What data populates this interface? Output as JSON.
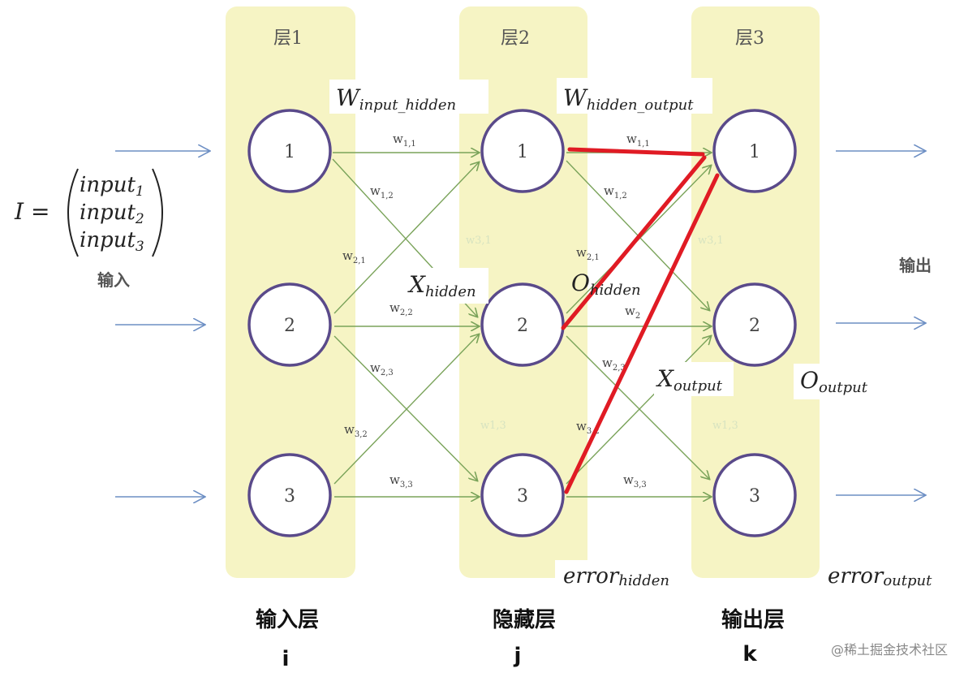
{
  "layers": [
    {
      "title": "层1",
      "name": "输入层",
      "index": "i"
    },
    {
      "title": "层2",
      "name": "隐藏层",
      "index": "j"
    },
    {
      "title": "层3",
      "name": "输出层",
      "index": "k"
    }
  ],
  "node_labels": [
    "1",
    "2",
    "3"
  ],
  "input_vector": {
    "lhs": "I =",
    "entries": [
      {
        "base": "input",
        "sub": "1"
      },
      {
        "base": "input",
        "sub": "2"
      },
      {
        "base": "input",
        "sub": "3"
      }
    ],
    "caption": "输入"
  },
  "output_caption": "输出",
  "weight_symbol": "w",
  "weights_input_hidden": [
    "1,1",
    "1,2",
    "2,1",
    "2,2",
    "2,3",
    "3,2",
    "3,3"
  ],
  "weights_hidden_output": [
    "1,1",
    "1,2",
    "2,1",
    "2",
    "2,3",
    "3,2",
    "3,3"
  ],
  "faint_weights": [
    "w3,1",
    "w1,3",
    "w3,1",
    "w1,3"
  ],
  "math_labels": {
    "w_input_hidden": {
      "base": "W",
      "sub": "input_hidden"
    },
    "w_hidden_output": {
      "base": "W",
      "sub": "hidden_output"
    },
    "x_hidden": {
      "base": "X",
      "sub": "hidden"
    },
    "o_hidden": {
      "base": "O",
      "sub": "hidden"
    },
    "x_output": {
      "base": "X",
      "sub": "output"
    },
    "o_output": {
      "base": "O",
      "sub": "output"
    },
    "error_hidden": {
      "base": "error",
      "sub": "hidden"
    },
    "error_output": {
      "base": "error",
      "sub": "output"
    }
  },
  "watermark": "@稀土掘金技术社区",
  "colors": {
    "layer_band": "#f6f4c4",
    "node_stroke": "#5a4a8a",
    "connection": "#7aa35a",
    "arrow": "#6d8fc4",
    "highlight": "#e01b24"
  }
}
